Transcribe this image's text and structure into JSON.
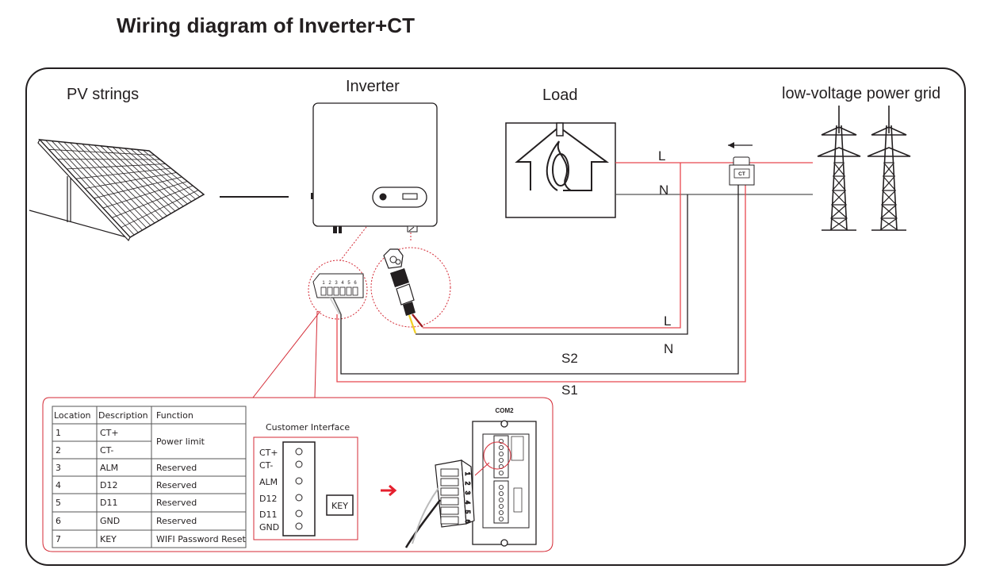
{
  "title": "Wiring diagram of Inverter+CT",
  "labels": {
    "pv_strings": "PV strings",
    "inverter": "Inverter",
    "load": "Load",
    "grid": "low-voltage power grid",
    "line_L_top": "L",
    "line_N_top": "N",
    "line_L_bottom": "L",
    "line_N_bottom": "N",
    "s2": "S2",
    "s1": "S1",
    "ct": "CT",
    "com2": "COM2"
  },
  "pin_table": {
    "headers": [
      "Location",
      "Description",
      "Function"
    ],
    "rows": [
      {
        "location": "1",
        "description": "CT+",
        "function": "Power limit"
      },
      {
        "location": "2",
        "description": "CT-",
        "function": ""
      },
      {
        "location": "3",
        "description": "ALM",
        "function": "Reserved"
      },
      {
        "location": "4",
        "description": "D12",
        "function": "Reserved"
      },
      {
        "location": "5",
        "description": "D11",
        "function": "Reserved"
      },
      {
        "location": "6",
        "description": "GND",
        "function": "Reserved"
      },
      {
        "location": "7",
        "description": "KEY",
        "function": "WIFI Password Reset"
      }
    ]
  },
  "customer_interface": {
    "title": "Customer Interface",
    "pins": [
      "CT+",
      "CT-",
      "ALM",
      "D12",
      "D11",
      "GND"
    ],
    "key_label": "KEY"
  },
  "connector_numbers": [
    "1",
    "2",
    "3",
    "4",
    "5",
    "6"
  ],
  "colors": {
    "line": "#231f20",
    "live_wire": "#e8474f",
    "neutral_wire": "#555555",
    "callout": "#d42a35",
    "arrow": "#e5202e"
  }
}
